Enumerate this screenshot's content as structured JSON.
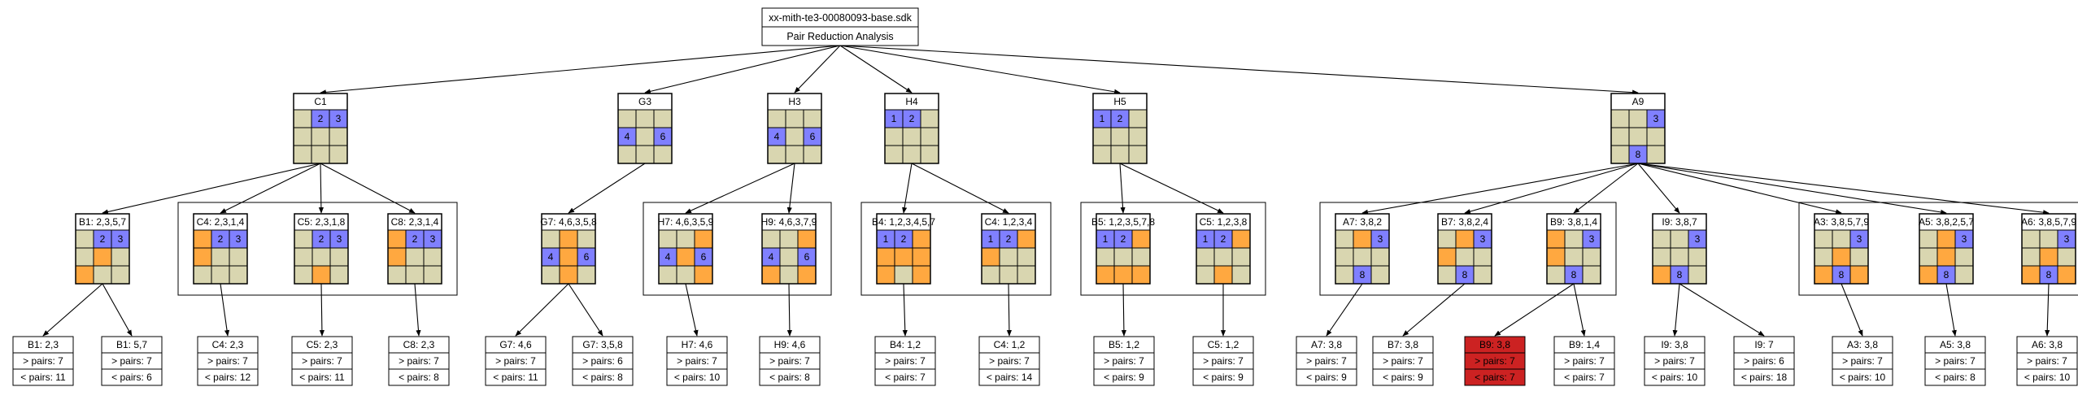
{
  "header": {
    "title": "xx-mith-te3-00080093-base.sdk",
    "subtitle": "Pair Reduction Analysis"
  },
  "colors": {
    "blue": "#8080ff",
    "orange": "#ffa840",
    "tan": "#d9d6b0",
    "red": "#cc2222",
    "line": "#000000"
  },
  "level1": [
    {
      "label": "C1",
      "cells": [
        "t",
        "b:2",
        "b:3",
        "t",
        "t",
        "t",
        "t",
        "t",
        "t"
      ]
    },
    {
      "label": "G3",
      "cells": [
        "t",
        "t",
        "t",
        "b:4",
        "t",
        "b:6",
        "t",
        "t",
        "t"
      ]
    },
    {
      "label": "H3",
      "cells": [
        "t",
        "t",
        "t",
        "b:4",
        "t",
        "b:6",
        "t",
        "t",
        "t"
      ]
    },
    {
      "label": "H4",
      "cells": [
        "b:1",
        "b:2",
        "t",
        "t",
        "t",
        "t",
        "t",
        "t",
        "t"
      ]
    },
    {
      "label": "H5",
      "cells": [
        "b:1",
        "b:2",
        "t",
        "t",
        "t",
        "t",
        "t",
        "t",
        "t"
      ]
    },
    {
      "label": "A9",
      "cells": [
        "t",
        "t",
        "b:3",
        "t",
        "t",
        "t",
        "t",
        "b:8",
        "t"
      ]
    }
  ],
  "level2": [
    {
      "label": "B1: 2,3,5,7",
      "cells": [
        "t",
        "b:2",
        "b:3",
        "t",
        "o",
        "t",
        "o",
        "t",
        "t"
      ]
    },
    {
      "label": "C4: 2,3,1,4",
      "cells": [
        "o",
        "b:2",
        "b:3",
        "o",
        "t",
        "t",
        "t",
        "t",
        "t"
      ]
    },
    {
      "label": "C5: 2,3,1,8",
      "cells": [
        "t",
        "b:2",
        "b:3",
        "t",
        "t",
        "t",
        "t",
        "o",
        "t"
      ]
    },
    {
      "label": "C8: 2,3,1,4",
      "cells": [
        "o",
        "b:2",
        "b:3",
        "o",
        "t",
        "t",
        "t",
        "t",
        "t"
      ]
    },
    {
      "label": "G7: 4,6,3,5,8",
      "cells": [
        "t",
        "o",
        "t",
        "b:4",
        "o",
        "b:6",
        "t",
        "o",
        "t"
      ]
    },
    {
      "label": "H7: 4,6,3,5,9",
      "cells": [
        "t",
        "t",
        "o",
        "b:4",
        "o",
        "b:6",
        "t",
        "t",
        "o"
      ]
    },
    {
      "label": "H9: 4,6,3,7,9",
      "cells": [
        "t",
        "t",
        "o",
        "b:4",
        "t",
        "b:6",
        "o",
        "t",
        "o"
      ]
    },
    {
      "label": "B4: 1,2,3,4,5,7",
      "cells": [
        "b:1",
        "b:2",
        "o",
        "o",
        "o",
        "o",
        "o",
        "t",
        "o"
      ]
    },
    {
      "label": "C4: 1,2,3,4",
      "cells": [
        "b:1",
        "b:2",
        "o",
        "o",
        "t",
        "t",
        "t",
        "t",
        "t"
      ]
    },
    {
      "label": "B5: 1,2,3,5,7,8",
      "cells": [
        "b:1",
        "b:2",
        "o",
        "t",
        "t",
        "t",
        "o",
        "o",
        "o"
      ]
    },
    {
      "label": "C5: 1,2,3,8",
      "cells": [
        "b:1",
        "b:2",
        "o",
        "t",
        "t",
        "t",
        "t",
        "o",
        "t"
      ]
    },
    {
      "label": "A7: 3,8,2",
      "cells": [
        "t",
        "o",
        "b:3",
        "t",
        "t",
        "t",
        "t",
        "b:8",
        "t"
      ]
    },
    {
      "label": "B7: 3,8,2,4",
      "cells": [
        "t",
        "o",
        "b:3",
        "o",
        "t",
        "t",
        "t",
        "b:8",
        "t"
      ]
    },
    {
      "label": "B9: 3,8,1,4",
      "cells": [
        "o",
        "t",
        "b:3",
        "o",
        "t",
        "t",
        "t",
        "b:8",
        "t"
      ]
    },
    {
      "label": "I9: 3,8,7",
      "cells": [
        "t",
        "t",
        "b:3",
        "t",
        "t",
        "t",
        "o",
        "b:8",
        "t"
      ]
    },
    {
      "label": "A3: 3,8,5,7,9",
      "cells": [
        "t",
        "t",
        "b:3",
        "t",
        "o",
        "t",
        "o",
        "b:8",
        "o"
      ]
    },
    {
      "label": "A5: 3,8,2,5,7",
      "cells": [
        "t",
        "o",
        "b:3",
        "t",
        "o",
        "t",
        "o",
        "b:8",
        "t"
      ]
    },
    {
      "label": "A6: 3,8,5,7,9",
      "cells": [
        "t",
        "t",
        "b:3",
        "t",
        "o",
        "t",
        "o",
        "b:8",
        "o"
      ]
    }
  ],
  "level3": [
    {
      "label": "B1: 2,3",
      "gt": "> pairs: 7",
      "lt": "< pairs: 11"
    },
    {
      "label": "B1: 5,7",
      "gt": "> pairs: 7",
      "lt": "< pairs: 6"
    },
    {
      "label": "C4: 2,3",
      "gt": "> pairs: 7",
      "lt": "< pairs: 12"
    },
    {
      "label": "C5: 2,3",
      "gt": "> pairs: 7",
      "lt": "< pairs: 11"
    },
    {
      "label": "C8: 2,3",
      "gt": "> pairs: 7",
      "lt": "< pairs: 8"
    },
    {
      "label": "G7: 4,6",
      "gt": "> pairs: 7",
      "lt": "< pairs: 11"
    },
    {
      "label": "G7: 3,5,8",
      "gt": "> pairs: 6",
      "lt": "< pairs: 8"
    },
    {
      "label": "H7: 4,6",
      "gt": "> pairs: 7",
      "lt": "< pairs: 10"
    },
    {
      "label": "H9: 4,6",
      "gt": "> pairs: 7",
      "lt": "< pairs: 8"
    },
    {
      "label": "B4: 1,2",
      "gt": "> pairs: 7",
      "lt": "< pairs: 7"
    },
    {
      "label": "C4: 1,2",
      "gt": "> pairs: 7",
      "lt": "< pairs: 14"
    },
    {
      "label": "B5: 1,2",
      "gt": "> pairs: 7",
      "lt": "< pairs: 9"
    },
    {
      "label": "C5: 1,2",
      "gt": "> pairs: 7",
      "lt": "< pairs: 9"
    },
    {
      "label": "A7: 3,8",
      "gt": "> pairs: 7",
      "lt": "< pairs: 9"
    },
    {
      "label": "B7: 3,8",
      "gt": "> pairs: 7",
      "lt": "< pairs: 9"
    },
    {
      "label": "B9: 3,8",
      "gt": "> pairs: 7",
      "lt": "< pairs: 7",
      "highlight": true
    },
    {
      "label": "B9: 1,4",
      "gt": "> pairs: 7",
      "lt": "< pairs: 7"
    },
    {
      "label": "I9: 3,8",
      "gt": "> pairs: 7",
      "lt": "< pairs: 10"
    },
    {
      "label": "I9: 7",
      "gt": "> pairs: 6",
      "lt": "< pairs: 18"
    },
    {
      "label": "A3: 3,8",
      "gt": "> pairs: 7",
      "lt": "< pairs: 10"
    },
    {
      "label": "A5: 3,8",
      "gt": "> pairs: 7",
      "lt": "< pairs: 8"
    },
    {
      "label": "A6: 3,8",
      "gt": "> pairs: 7",
      "lt": "< pairs: 10"
    }
  ]
}
